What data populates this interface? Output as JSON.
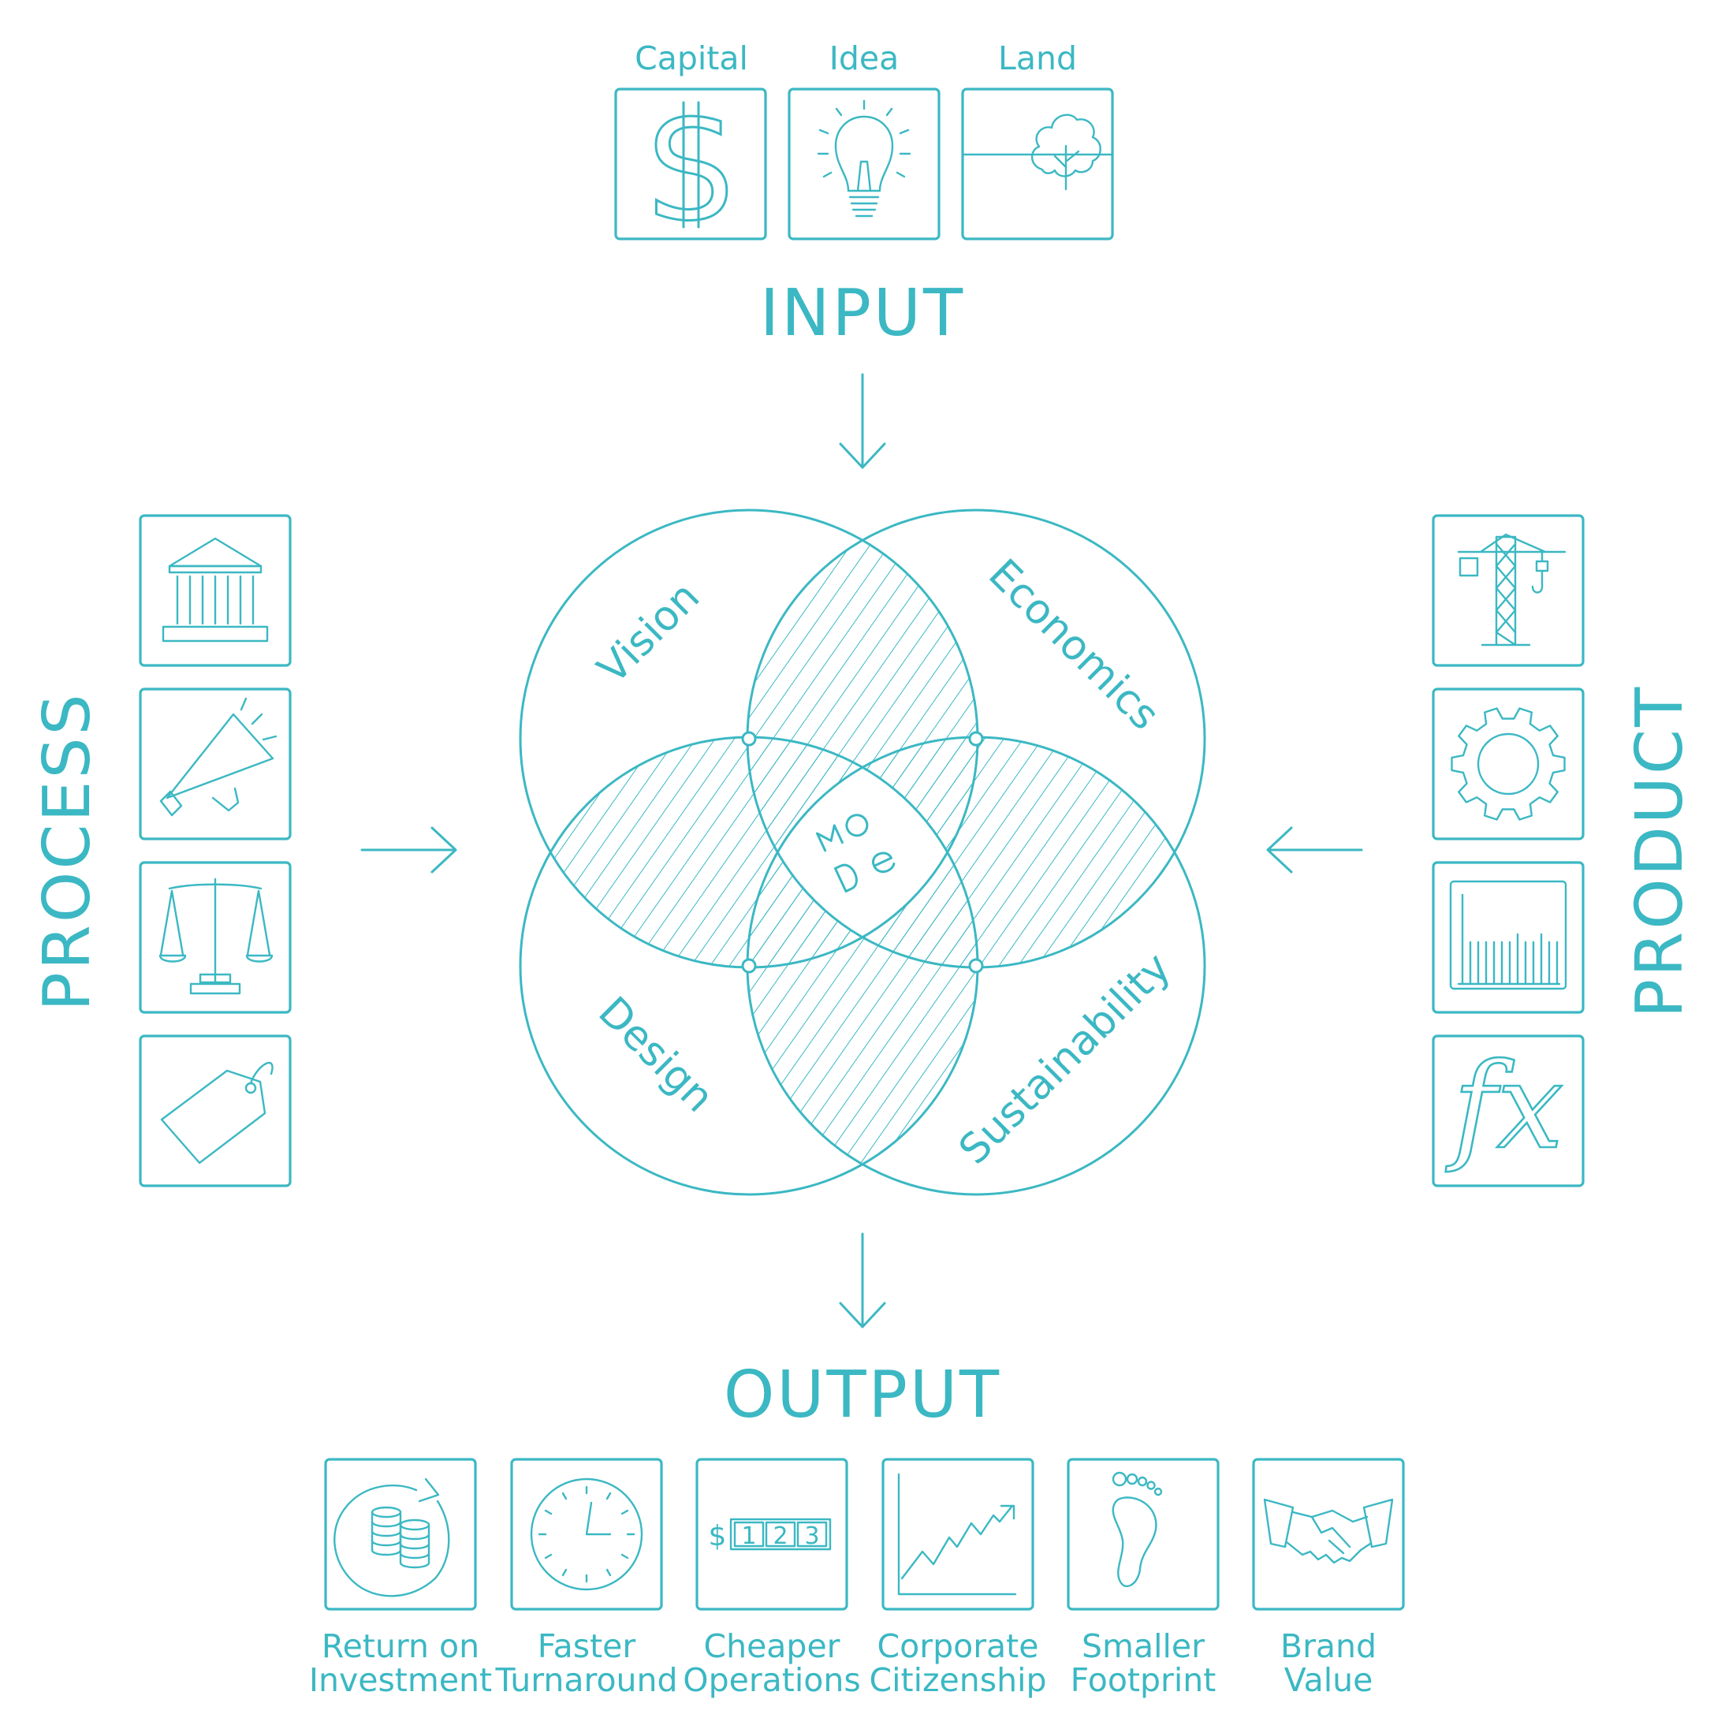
{
  "colors": {
    "accent": "#3bb8c3",
    "background": "#ffffff"
  },
  "input": {
    "heading": "INPUT",
    "items": [
      {
        "label": "Capital",
        "icon": "dollar-icon"
      },
      {
        "label": "Idea",
        "icon": "lightbulb-icon"
      },
      {
        "label": "Land",
        "icon": "tree-icon"
      }
    ]
  },
  "process": {
    "heading": "PROCESS",
    "icons": [
      "government-building-icon",
      "megaphone-icon",
      "scales-icon",
      "price-tag-icon"
    ]
  },
  "product": {
    "heading": "PRODUCT",
    "icons": [
      "construction-crane-icon",
      "gear-icon",
      "bar-chart-panel-icon",
      "function-fx-icon"
    ],
    "fx_text": "fx"
  },
  "venn": {
    "circles": [
      "Vision",
      "Economics",
      "Design",
      "Sustainability"
    ],
    "center_logo": "mode-logo-icon"
  },
  "output": {
    "heading": "OUTPUT",
    "items": [
      {
        "line1": "Return on",
        "line2": "Investment",
        "icon": "coins-cycle-icon"
      },
      {
        "line1": "Faster",
        "line2": "Turnaround",
        "icon": "clock-icon"
      },
      {
        "line1": "Cheaper",
        "line2": "Operations",
        "icon": "meter-counter-icon",
        "meter": [
          "$",
          "1",
          "2",
          "3"
        ]
      },
      {
        "line1": "Corporate",
        "line2": "Citizenship",
        "icon": "trend-chart-icon"
      },
      {
        "line1": "Smaller",
        "line2": "Footprint",
        "icon": "footprint-icon"
      },
      {
        "line1": "Brand",
        "line2": "Value",
        "icon": "handshake-icon"
      }
    ]
  }
}
